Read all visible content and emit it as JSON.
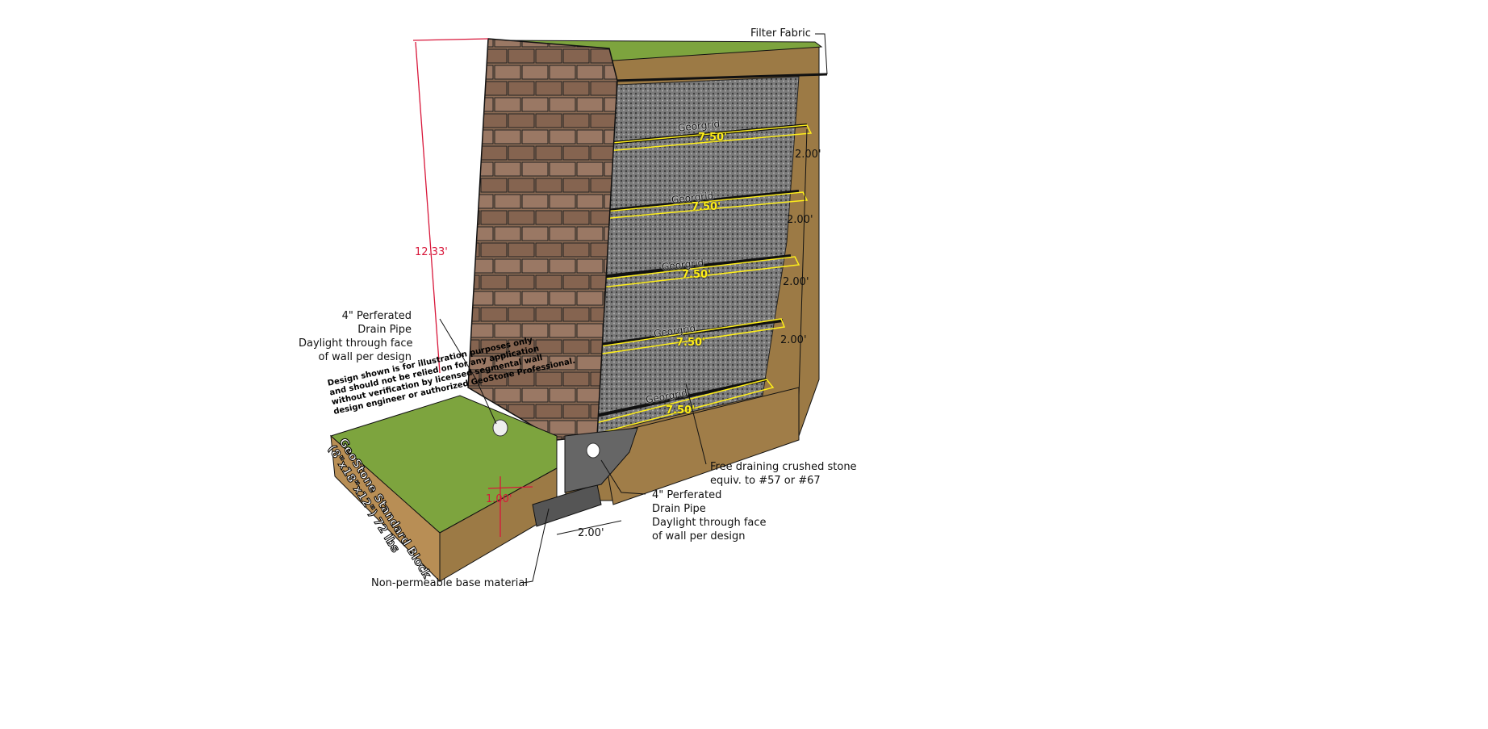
{
  "labels": {
    "filter_fabric": "Filter Fabric",
    "georgrid": [
      "Georgrid",
      "Georgrid",
      "Georgrid",
      "Georgrid",
      "Georgrid"
    ],
    "georgrid_length": [
      "7.50'",
      "7.50'",
      "7.50'",
      "7.50'",
      "7.50'"
    ],
    "spacing": [
      "2.00'",
      "2.00'",
      "2.00'",
      "2.00'"
    ],
    "wall_height": "12.33'",
    "embedment": "1.00'",
    "base_width": "2.00'",
    "drain_left": [
      "4\" Perferated",
      "Drain Pipe",
      "Daylight through face",
      "of wall per design"
    ],
    "drain_right": [
      "4\" Perferated",
      "Drain Pipe",
      "Daylight through face",
      "of wall per design"
    ],
    "stone": [
      "Free draining crushed stone",
      "equiv. to #57 or #67"
    ],
    "base": "Non-permeable base material",
    "disclaimer": [
      "Design shown is for illustration purposes only",
      "and should not be relied on for any application",
      "without verification by licensed segmental wall",
      "design engineer or authorized GeoStone Professional."
    ],
    "block_name": [
      "GeoStone Standard Block",
      "(8\"x18\"x12\") 72 lbs"
    ]
  },
  "colors": {
    "dimension_red": "#d8173a",
    "grid_yellow": "#ffef1a",
    "soil": "#9c7a45",
    "grass": "#7da43e",
    "block": "#8a6a55",
    "stone": "#6d6d6d"
  }
}
